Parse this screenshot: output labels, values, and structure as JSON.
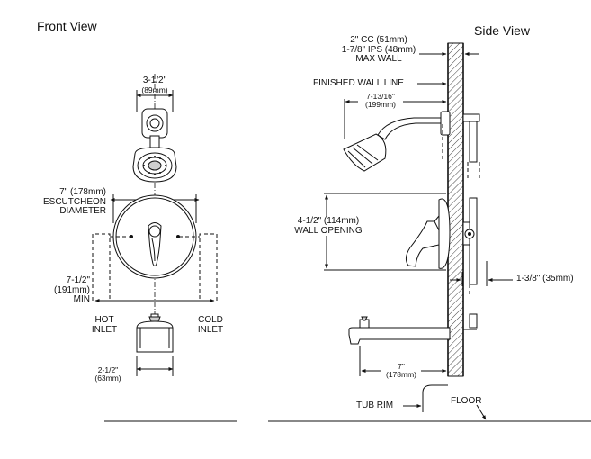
{
  "front_view": {
    "title": "Front View",
    "showerhead_width": {
      "line1": "3-1/2\"",
      "line2": "(89mm)"
    },
    "escutcheon": {
      "line1": "7\" (178mm)",
      "line2": "ESCUTCHEON",
      "line3": "DIAMETER"
    },
    "inlet_spacing": {
      "line1": "7-1/2\"",
      "line2": "(191mm)",
      "line3": "MIN"
    },
    "hot_inlet": {
      "line1": "HOT",
      "line2": "INLET"
    },
    "cold_inlet": {
      "line1": "COLD",
      "line2": "INLET"
    },
    "spout_width": {
      "line1": "2-1/2\"",
      "line2": "(63mm)"
    }
  },
  "side_view": {
    "title": "Side View",
    "max_wall": {
      "line1": "2\" CC (51mm)",
      "line2": "1-7/8\" IPS (48mm)",
      "line3": "MAX WALL"
    },
    "finished_wall_line": "FINISHED WALL LINE",
    "shower_arm_reach": {
      "line1": "7-13/16\"",
      "line2": "(199mm)"
    },
    "wall_opening": {
      "line1": "4-1/2\" (114mm)",
      "line2": "WALL OPENING"
    },
    "valve_depth": "1-3/8\" (35mm)",
    "spout_reach": {
      "line1": "7\"",
      "line2": "(178mm)"
    },
    "tub_rim": "TUB RIM",
    "floor": "FLOOR"
  }
}
